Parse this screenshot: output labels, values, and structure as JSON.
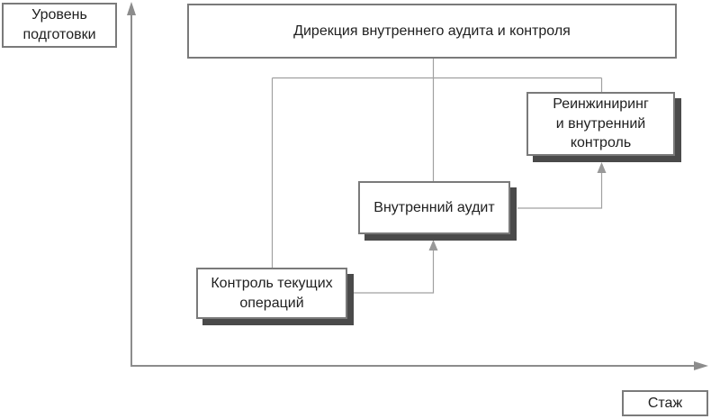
{
  "diagram": {
    "title_semantic": "Career progression within internal audit directorate",
    "axis_labels": {
      "y": [
        "Уровень",
        "подготовки"
      ],
      "x": "Стаж"
    },
    "boxes": {
      "root": "Дирекция внутреннего аудита и контроля",
      "stage1": [
        "Контроль текущих",
        "операций"
      ],
      "stage2": "Внутренний аудит",
      "stage3": [
        "Реинжиниринг",
        "и внутренний",
        "контроль"
      ]
    },
    "colors": {
      "box_border": "#7a7a7a",
      "box_fill": "#ffffff",
      "box_shadow": "#4a4a4a",
      "connector_line": "#a0a0a0",
      "axis_line": "#8c8c8c",
      "text": "#1f1f1f"
    }
  }
}
